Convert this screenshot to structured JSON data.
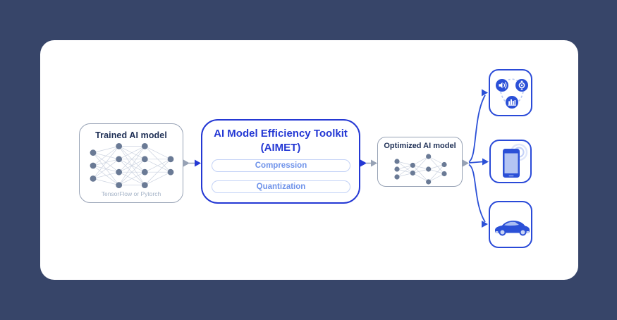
{
  "scene": {
    "background_color": "#374569",
    "card_color": "#ffffff"
  },
  "trained_box": {
    "title": "Trained AI model",
    "caption": "TensorFlow or Pytorch",
    "network": {
      "layers": [
        3,
        4,
        4,
        2
      ],
      "node_color": "#6a7a95",
      "edge_color": "#ccd3e0"
    }
  },
  "aimet_box": {
    "title_line1": "AI Model Efficiency Toolkit",
    "title_line2": "(AIMET)",
    "accent_color": "#2438d4",
    "buttons": [
      {
        "label": "Compression"
      },
      {
        "label": "Quantization"
      }
    ]
  },
  "optimized_box": {
    "title": "Optimized AI model",
    "network": {
      "layers": [
        3,
        2,
        3,
        2
      ],
      "node_color": "#6a7a95",
      "edge_color": "#ccd3e0"
    }
  },
  "targets": [
    {
      "name": "iot-devices"
    },
    {
      "name": "smartphone"
    },
    {
      "name": "automotive"
    }
  ],
  "colors": {
    "arrow_blue": "#2b50d7",
    "box_gray_border": "#97a2b5",
    "dark_text": "#1e2f55",
    "muted_text": "#a3b2c6",
    "pill_text": "#6f93ea",
    "pill_border": "#c3d2f6",
    "icon_fill": "#2b50d7",
    "icon_light": "#b9c8f3"
  }
}
